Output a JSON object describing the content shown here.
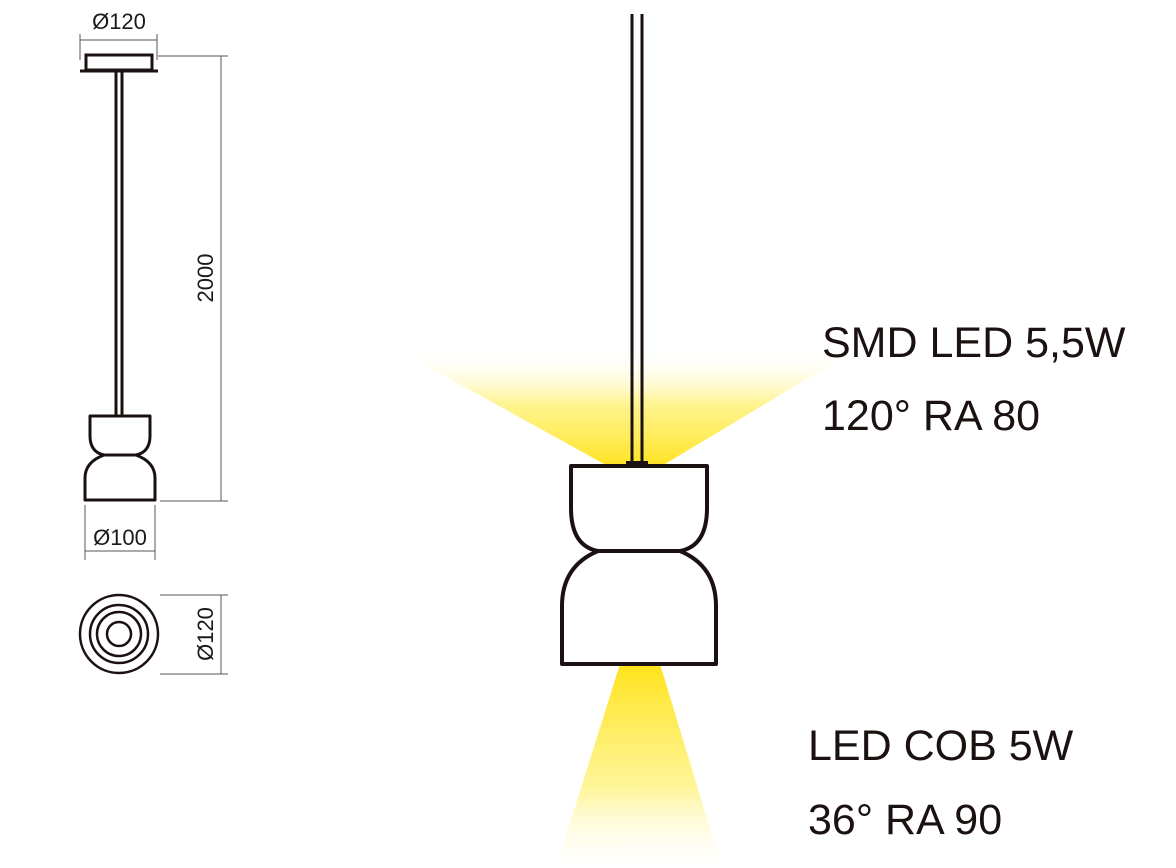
{
  "drawing": {
    "dimensions": {
      "canopy_diameter": "Ø120",
      "cable_length": "2000",
      "shade_diameter": "Ø100",
      "bottom_view_diameter": "Ø120"
    }
  },
  "specs": {
    "upper": {
      "line1": "SMD LED 5,5W",
      "line2": "120° RA 80"
    },
    "lower": {
      "line1": "LED COB 5W",
      "line2": "36° RA 90"
    }
  },
  "colors": {
    "line": "#1a1110",
    "dimension_line": "#555555",
    "light_beam": "#ffe21a"
  }
}
